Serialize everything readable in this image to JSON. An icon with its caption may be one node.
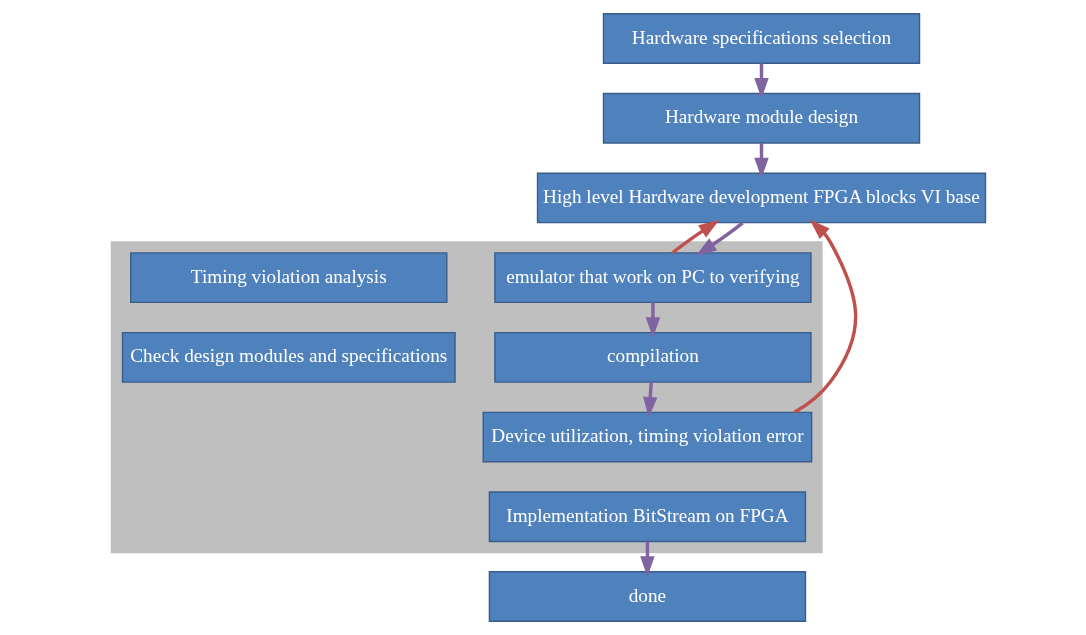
{
  "diagram": {
    "nodes": [
      {
        "text": [
          "Hardware specifications selection"
        ]
      },
      {
        "text": [
          "Hardware module design"
        ]
      },
      {
        "text": [
          "High level Hardware development FPGA blocks VI base"
        ]
      },
      {
        "text": [],
        "shape": "box"
      },
      {
        "text": [
          "emulator that work on PC to verifying"
        ],
        "in": 3
      },
      {
        "text": [
          "compilation"
        ],
        "in": 3
      },
      {
        "text": [
          "Device utilization, timing violation error"
        ],
        "in": 3
      },
      {
        "text": [
          "Timing violation analysis"
        ],
        "in": 3
      },
      {
        "text": [
          "Check design modules and specifications"
        ],
        "in": 3
      },
      {
        "text": [
          "Implementation BitStream on FPGA"
        ],
        "in": 3
      },
      {
        "text": [
          "done"
        ]
      }
    ],
    "edges": [
      {
        "from": 0,
        "to": 1,
        "arrow": "to"
      },
      {
        "from": 1,
        "to": 2,
        "arrow": "to"
      },
      {
        "from": 2,
        "to": 4,
        "arrow": "to"
      },
      {
        "from": 4,
        "to": 5,
        "arrow": "to"
      },
      {
        "from": 5,
        "to": 6,
        "arrow": "to"
      },
      {
        "from": 9,
        "to": 10,
        "arrow": "to"
      },
      {
        "from": 4,
        "to": 2,
        "arrow": "to",
        "color": "#c0504d"
      },
      {
        "from": 6,
        "to": 2,
        "arrow": "to",
        "color": "#c0504d"
      }
    ]
  }
}
